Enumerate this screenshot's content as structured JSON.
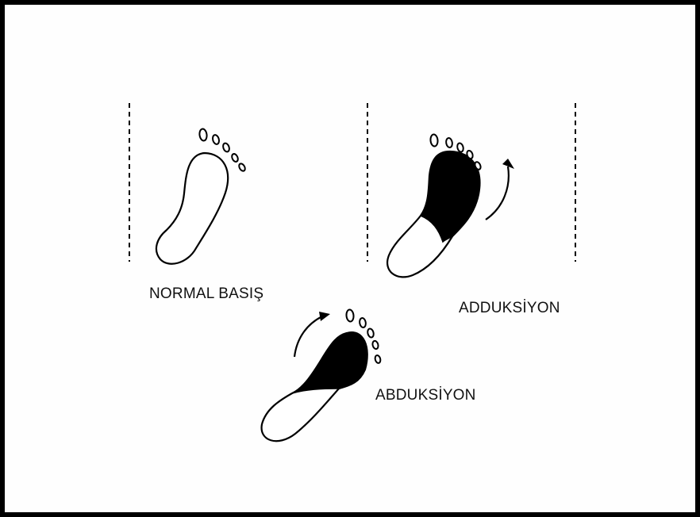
{
  "labels": {
    "normal": "NORMAL BASIŞ",
    "adduction": "ADDUKSİYON",
    "abduction": "ABDUKSİYON"
  },
  "colors": {
    "ink": "#000000",
    "background": "#fefefe",
    "border": "#000000"
  }
}
